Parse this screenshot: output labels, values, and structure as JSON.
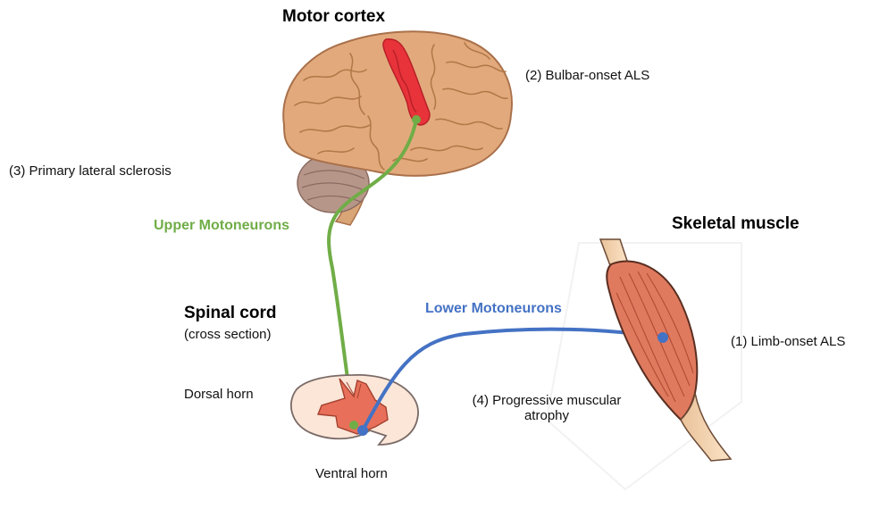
{
  "labels": {
    "motor_cortex": "Motor cortex",
    "bulbar_onset": "(2) Bulbar-onset ALS",
    "primary_lateral": "(3) Primary lateral sclerosis",
    "upper_motoneurons": "Upper Motoneurons",
    "skeletal_muscle": "Skeletal muscle",
    "spinal_cord": "Spinal cord",
    "cross_section": "(cross section)",
    "lower_motoneurons": "Lower Motoneurons",
    "limb_onset": "(1) Limb-onset ALS",
    "dorsal_horn": "Dorsal horn",
    "progressive_line1": "(4) Progressive muscular",
    "progressive_line2": "atrophy",
    "ventral_horn": "Ventral horn"
  },
  "colors": {
    "upper_motoneuron": "#70ad47",
    "lower_motoneuron": "#4472c4",
    "brain": "#e2aa7c",
    "motor_strip": "#e8333a",
    "cerebellum": "#b7968a",
    "muscle": "#e07a5f",
    "spinal_gray": "#e8705a"
  }
}
